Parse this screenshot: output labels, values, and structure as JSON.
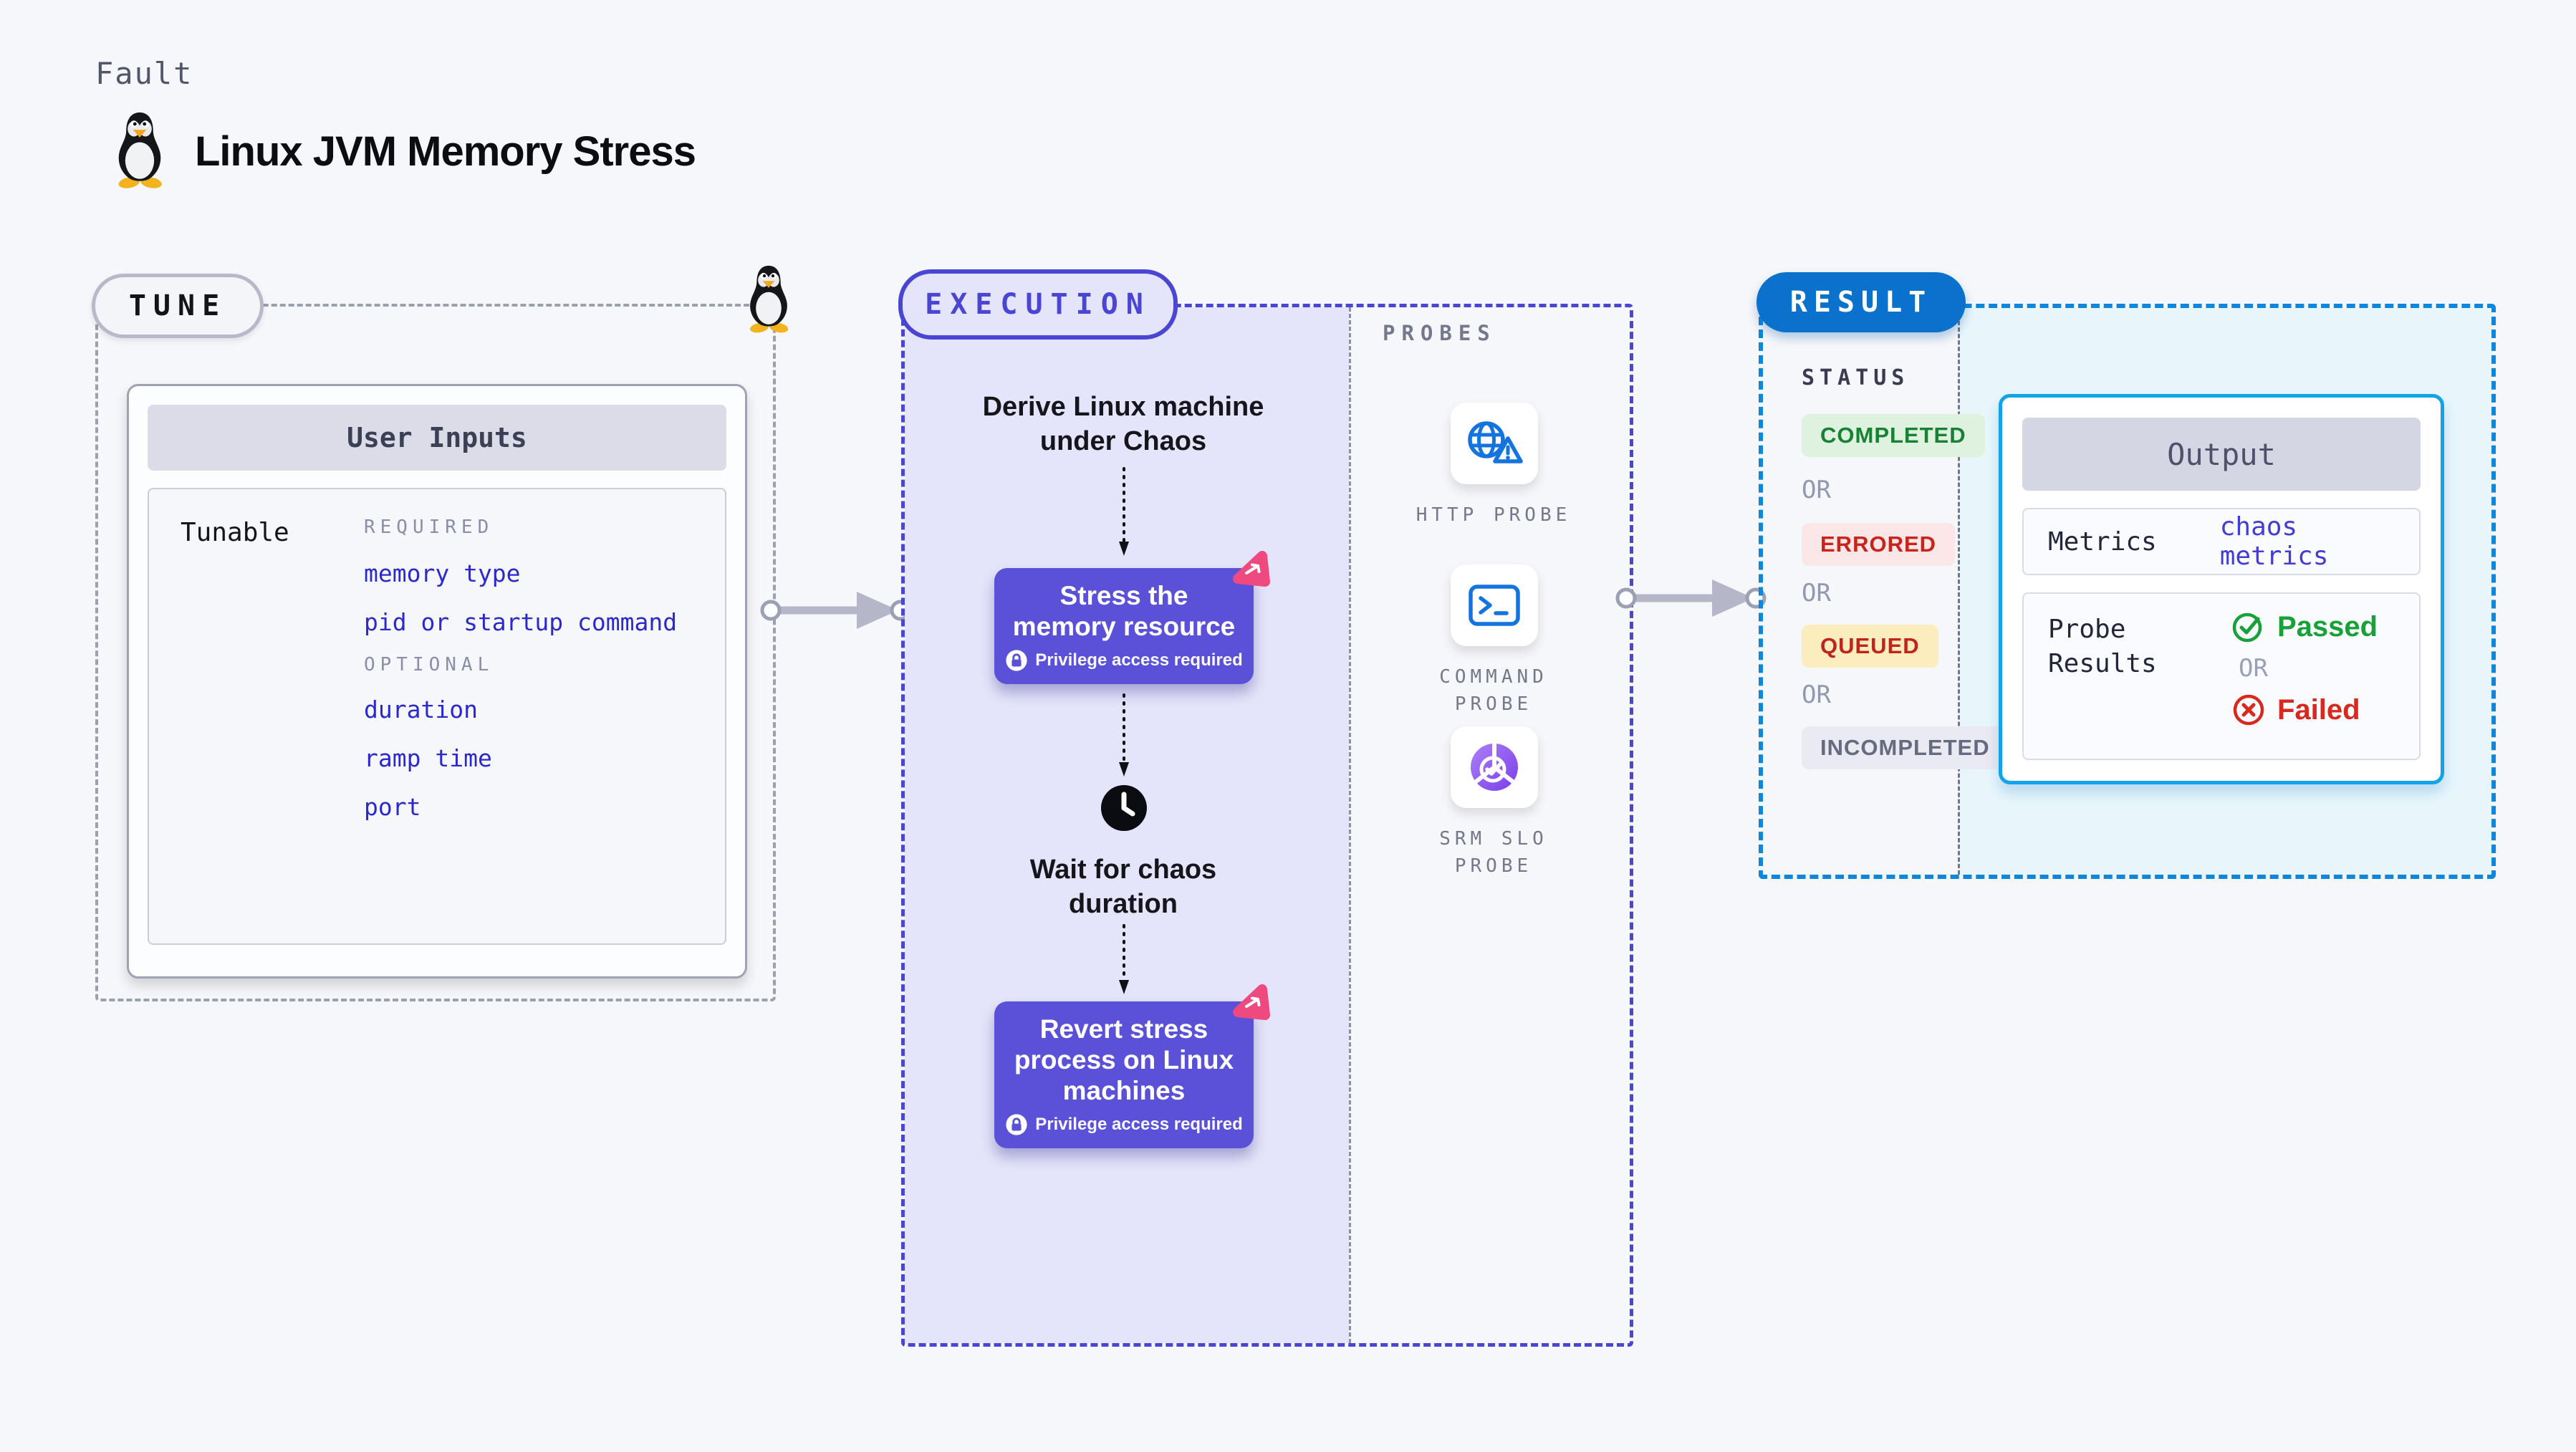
{
  "colors": {
    "page_bg": "#f6f7fa",
    "tune_dash": "#9ba0ad",
    "execution_accent": "#4a45d3",
    "execution_bg": "#e4e4fa",
    "chaos_step_bg": "#5b50d8",
    "chaos_badge_pink": "#ef4a80",
    "result_pill_bg": "#0a72cc",
    "result_dash": "#0d86dc",
    "result_bg": "#e8f6fc",
    "output_border": "#12a3e9",
    "link_blue": "#2b28cc",
    "probe_icon_blue": "#1373df",
    "srm_icon_purple": "#8b52ee",
    "passed_green": "#18a138",
    "failed_red": "#d8291e",
    "completed_green": "#178233",
    "queued_yellow_bg": "#fcedbe",
    "errored_red_bg": "#fbe7e7"
  },
  "icons": {
    "tux-penguin-icon": "penguin (black body, white belly, orange beak/feet)",
    "lock-icon": "white circle with purple padlock",
    "chaos-hexagon-icon": "pink rounded triangle with white arrow",
    "clock-icon": "black filled clock",
    "globe-warning-icon": "blue globe with warning triangle",
    "terminal-icon": "blue terminal window with >_",
    "pie-check-icon": "purple segmented pie with white checkmark",
    "check-circle-icon": "green circled check",
    "x-circle-icon": "red circled x",
    "flow-arrow-icon": "gray arrow with circle endpoints",
    "dotted-arrow-icon": "black dotted downward arrow"
  },
  "header": {
    "kicker": "Fault",
    "title": "Linux JVM Memory Stress"
  },
  "tune": {
    "pill_label": "TUNE",
    "card_header": "User Inputs",
    "row_label": "Tunable",
    "required_label": "REQUIRED",
    "required_items": [
      "memory type",
      "pid or startup command"
    ],
    "optional_label": "OPTIONAL",
    "optional_items": [
      "duration",
      "ramp time",
      "port"
    ]
  },
  "execution": {
    "pill_label": "EXECUTION",
    "derive_line1": "Derive Linux machine",
    "derive_line2": "under Chaos",
    "stress_line1": "Stress the",
    "stress_line2": "memory resource",
    "privilege_label": "Privilege access required",
    "wait_line1": "Wait for chaos",
    "wait_line2": "duration",
    "revert_line1": "Revert stress",
    "revert_line2": "process on Linux",
    "revert_line3": "machines"
  },
  "probes": {
    "section_label": "PROBES",
    "http_line1": "HTTP PROBE",
    "command_line1": "COMMAND",
    "command_line2": "PROBE",
    "srm_line1": "SRM SLO",
    "srm_line2": "PROBE"
  },
  "result": {
    "pill_label": "RESULT",
    "status_label": "STATUS",
    "or_label": "OR",
    "badges": {
      "completed": "COMPLETED",
      "errored": "ERRORED",
      "queued": "QUEUED",
      "incompleted": "INCOMPLETED"
    },
    "output": {
      "header": "Output",
      "metrics_label": "Metrics",
      "metrics_value": "chaos metrics",
      "probe_label_line1": "Probe",
      "probe_label_line2": "Results",
      "passed_label": "Passed",
      "or_label": "OR",
      "failed_label": "Failed"
    }
  }
}
